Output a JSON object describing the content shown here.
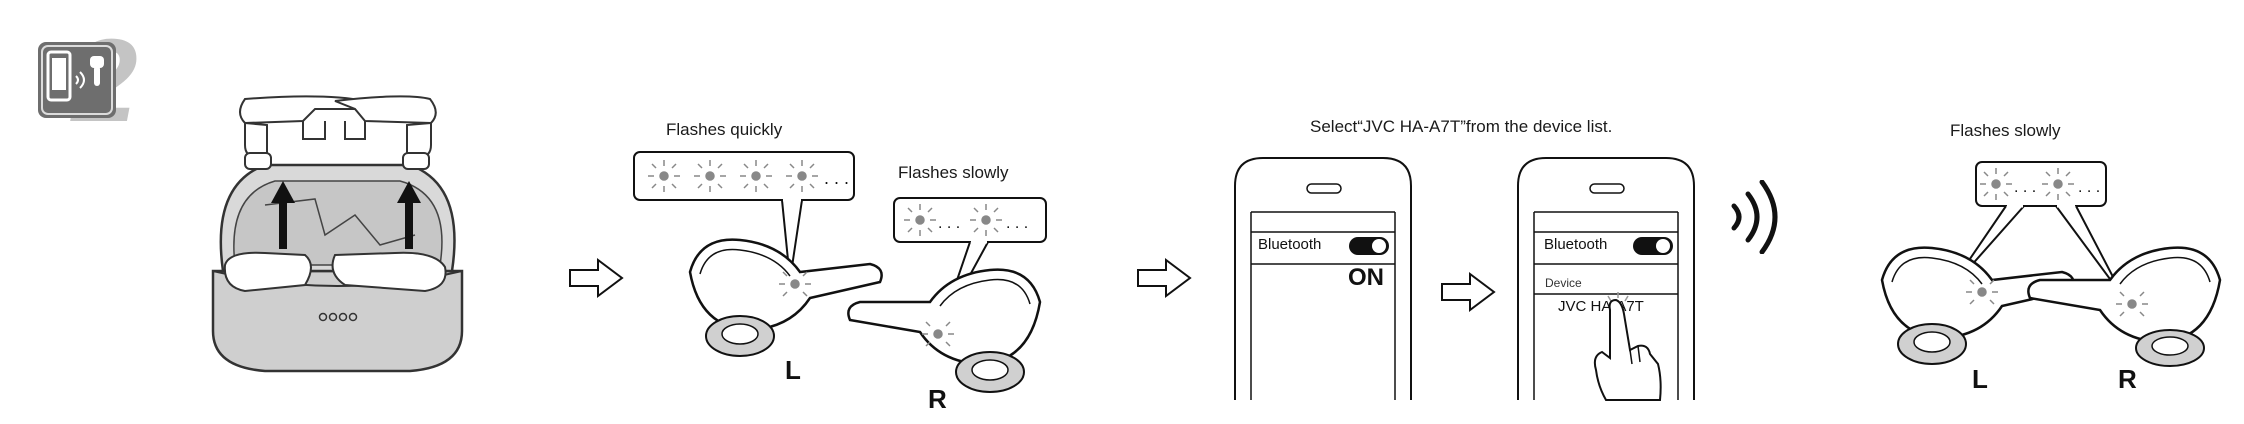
{
  "step": {
    "number": "2"
  },
  "panel_pairing_mode": {
    "flash_quick_label": "Flashes quickly",
    "flash_slow_label": "Flashes slowly",
    "left_label": "L",
    "right_label": "R"
  },
  "panel_phone": {
    "instruction": "Select“JVC HA-A7T”from the device list.",
    "bluetooth_label": "Bluetooth",
    "on_label": "ON",
    "device_caption": "Device",
    "device_name": "JVC HA-A7T"
  },
  "panel_connected": {
    "flash_slow_label": "Flashes slowly",
    "left_label": "L",
    "right_label": "R"
  },
  "icons": {
    "step_badge": "phone-earbud-bluetooth-icon",
    "arrow": "outline-right-arrow-icon",
    "signal": "wireless-signal-icon",
    "hand": "pointing-hand-icon",
    "led": "flashing-led-icon"
  },
  "colors": {
    "ink": "#1a1a1a",
    "badge": "#6e6e6e",
    "step_number": "#c4c4c4",
    "case": "#d9d9d9"
  }
}
